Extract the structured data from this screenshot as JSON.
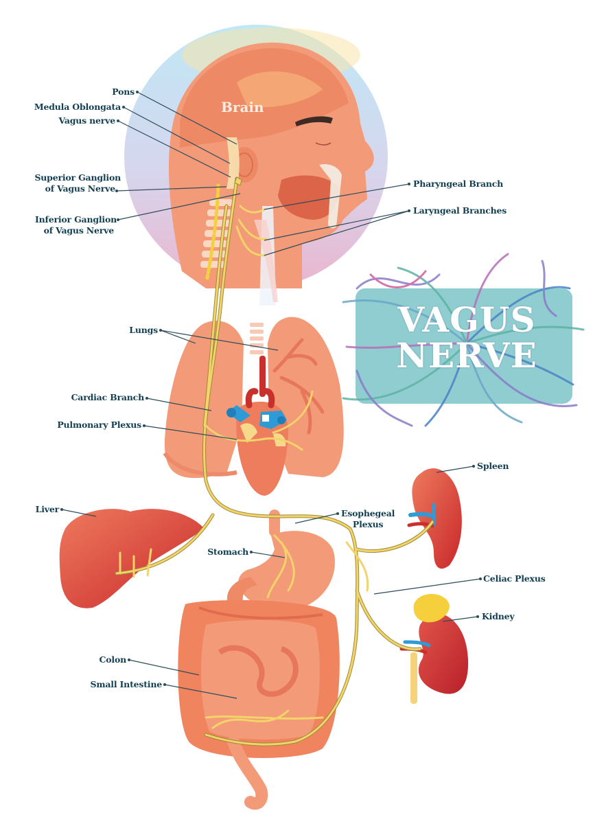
{
  "title": {
    "line1": "VAGUS",
    "line2": "NERVE"
  },
  "brain_label": "Brain",
  "colors": {
    "label_text": "#123f52",
    "leader_line": "#2b4b5a",
    "nerve": "#f2d46a",
    "nerve_outline": "#9c8a3a",
    "tissue": "#f39a78",
    "tissue_dark": "#e8765a",
    "organ_red": "#d8443c",
    "vein_blue": "#2f9bd6",
    "title_box": "#7cc4c8",
    "circle_top": "#bfe6f4",
    "circle_bottom": "#e8b6cf"
  },
  "labels": {
    "pons": "Pons",
    "medula_oblongata": "Medula Oblongata",
    "vagus_nerve": "Vagus nerve",
    "superior_ganglion_1": "Superior Ganglion",
    "superior_ganglion_2": "of Vagus Nerve",
    "inferior_ganglion_1": "Inferior Ganglion",
    "inferior_ganglion_2": "of Vagus Nerve",
    "pharyngeal_branch": "Pharyngeal Branch",
    "laryngeal_branches": "Laryngeal Branches",
    "lungs": "Lungs",
    "cardiac_branch": "Cardiac Branch",
    "pulmonary_plexus": "Pulmonary Plexus",
    "spleen": "Spleen",
    "liver": "Liver",
    "esophageal_plexus_1": "Esophegeal",
    "esophageal_plexus_2": "Plexus",
    "stomach": "Stomach",
    "celiac_plexus": "Celiac Plexus",
    "kidney": "Kidney",
    "colon": "Colon",
    "small_intestine": "Small Intestine"
  }
}
